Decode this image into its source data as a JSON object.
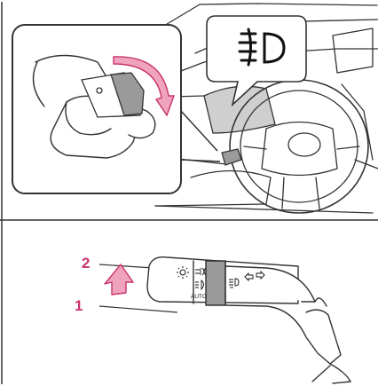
{
  "callouts": {
    "step_2": "2",
    "step_1": "1"
  },
  "lever_labels": {
    "auto": "AUTO"
  },
  "icons": {
    "front_fog": "front-fog-light-icon",
    "parking": "parking-light-icon",
    "headlight": "headlight-icon",
    "turn": "turn-signal-icon",
    "sun": "off-position-icon"
  },
  "colors": {
    "accent_pink": "#c8336e",
    "arrow_pink": "#f0a3bd",
    "knob_gray": "#9a9a9a",
    "line_gray": "#333333",
    "dash_gray": "#cfcfcf"
  }
}
